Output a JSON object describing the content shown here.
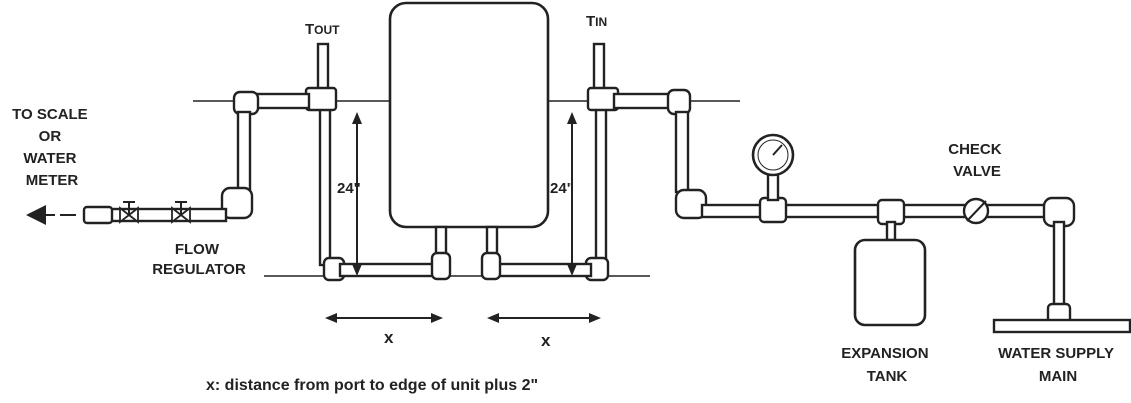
{
  "labels": {
    "to_scale": [
      "TO SCALE",
      "OR",
      "WATER",
      "METER"
    ],
    "flow_regulator": [
      "FLOW",
      "REGULATOR"
    ],
    "t_out": {
      "main": "T",
      "sub": "OUT"
    },
    "t_in": {
      "main": "T",
      "sub": "IN"
    },
    "dim_left": "24\"",
    "dim_right": "24\"",
    "x_left": "x",
    "x_right": "x",
    "check_valve": [
      "CHECK",
      "VALVE"
    ],
    "expansion_tank": [
      "EXPANSION",
      "TANK"
    ],
    "water_supply": [
      "WATER SUPPLY",
      "MAIN"
    ],
    "caption": "x:  distance from port to edge of unit plus 2\""
  }
}
